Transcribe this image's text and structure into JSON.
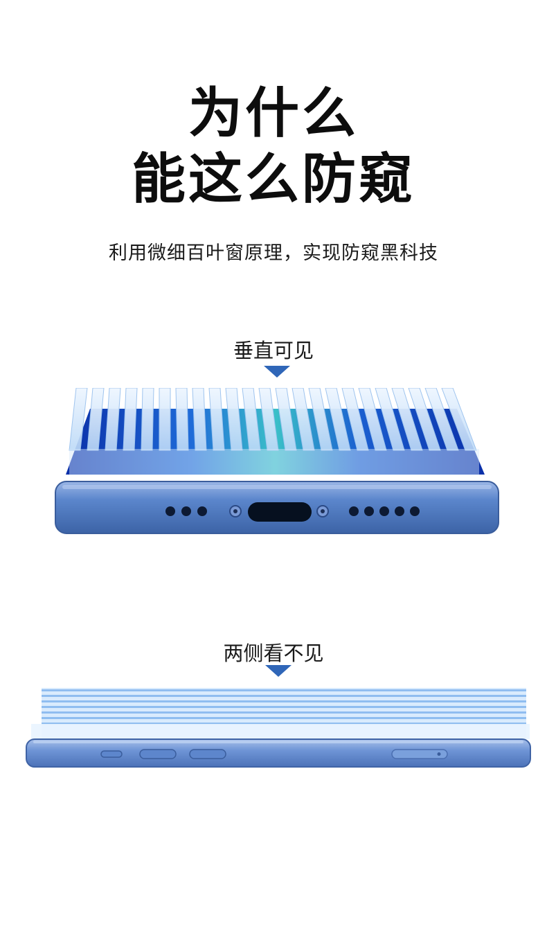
{
  "headline": {
    "line1": "为什么",
    "line2": "能这么防窥"
  },
  "subtitle": "利用微细百叶窗原理，实现防窥黑科技",
  "sections": {
    "front": {
      "label": "垂直可见"
    },
    "side": {
      "label": "两侧看不见"
    }
  },
  "colors": {
    "accent": "#2f66b8",
    "phone_frame": "#5b86cc",
    "louver": "#cfe4fb"
  },
  "icons": {
    "arrow": "triangle-down-icon"
  }
}
